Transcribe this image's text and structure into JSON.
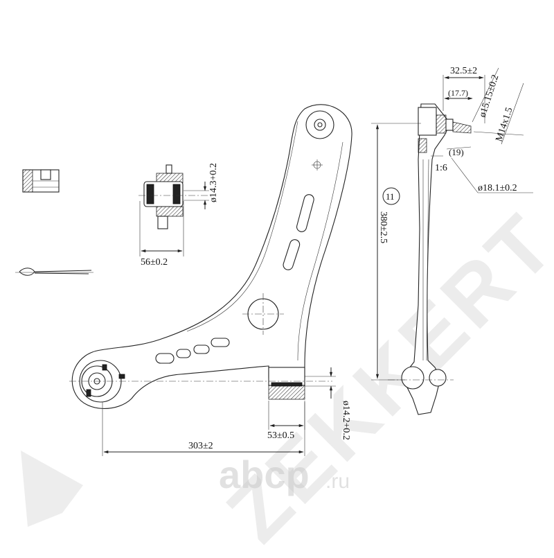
{
  "dimensions": {
    "length_303": "303±2",
    "width_53": "53±0.5",
    "dia_14_2": "ø14.2+0.2",
    "width_56": "56±0.2",
    "dia_14_3": "ø14.3+0.2",
    "length_380": "380±2.5",
    "dim_32_5": "32.5±2",
    "dim_17_7": "(17.7)",
    "dia_15_15": "ø15.15±0.2",
    "thread": "M14x1.5",
    "dim_19": "(19)",
    "taper": "1:6",
    "dia_18_1": "ø18.1±0.2"
  },
  "callout_number": "11",
  "watermark": {
    "brand_text": "ZEKKERT",
    "site": "abcp",
    "site_tld": ".ru"
  },
  "colors": {
    "line": "#222222",
    "watermark": "#c9c9c9",
    "background": "#ffffff"
  }
}
